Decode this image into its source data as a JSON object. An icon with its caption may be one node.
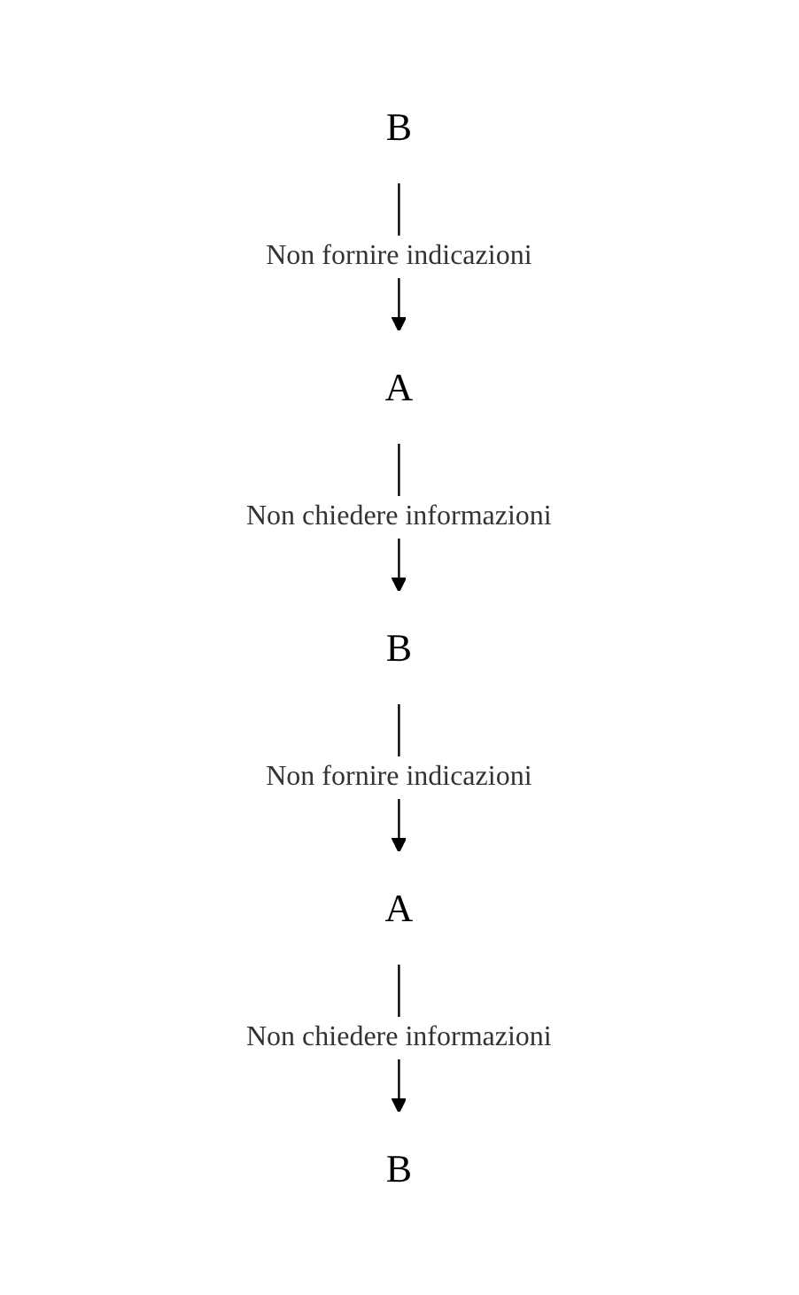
{
  "diagram": {
    "nodes": [
      {
        "text": [
          "B"
        ]
      },
      {
        "text": [
          "A"
        ]
      },
      {
        "text": [
          "B"
        ]
      },
      {
        "text": [
          "A"
        ]
      },
      {
        "text": [
          "B"
        ]
      }
    ],
    "edges": [
      {
        "from": 0,
        "to": 1,
        "arrow": "to",
        "label": "Non fornire indicazioni"
      },
      {
        "from": 1,
        "to": 2,
        "arrow": "to",
        "label": "Non chiedere informazioni"
      },
      {
        "from": 2,
        "to": 3,
        "arrow": "to",
        "label": "Non fornire indicazioni"
      },
      {
        "from": 3,
        "to": 4,
        "arrow": "to",
        "label": "Non chiedere informazioni"
      }
    ]
  }
}
